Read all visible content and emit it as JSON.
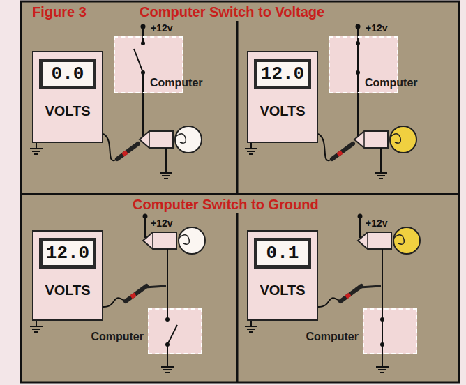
{
  "diagram": {
    "title": "Figure 3",
    "nodes": [
      {
        "text": [
          "0.0",
          "VOLTS"
        ]
      },
      {
        "text": [
          "Computer"
        ]
      },
      {
        "text": [
          "12.0",
          "VOLTS"
        ]
      },
      {
        "text": [
          "Computer"
        ]
      },
      {
        "text": [
          "12.0",
          "VOLTS"
        ]
      },
      {
        "text": [
          "Computer"
        ]
      },
      {
        "text": [
          "0.1",
          "VOLTS"
        ]
      },
      {
        "text": [
          "Computer"
        ]
      }
    ],
    "labels": [
      "Computer Switch to Voltage",
      "+12v",
      "+12v",
      "Computer Switch to Ground",
      "+12v",
      "+12v"
    ]
  }
}
